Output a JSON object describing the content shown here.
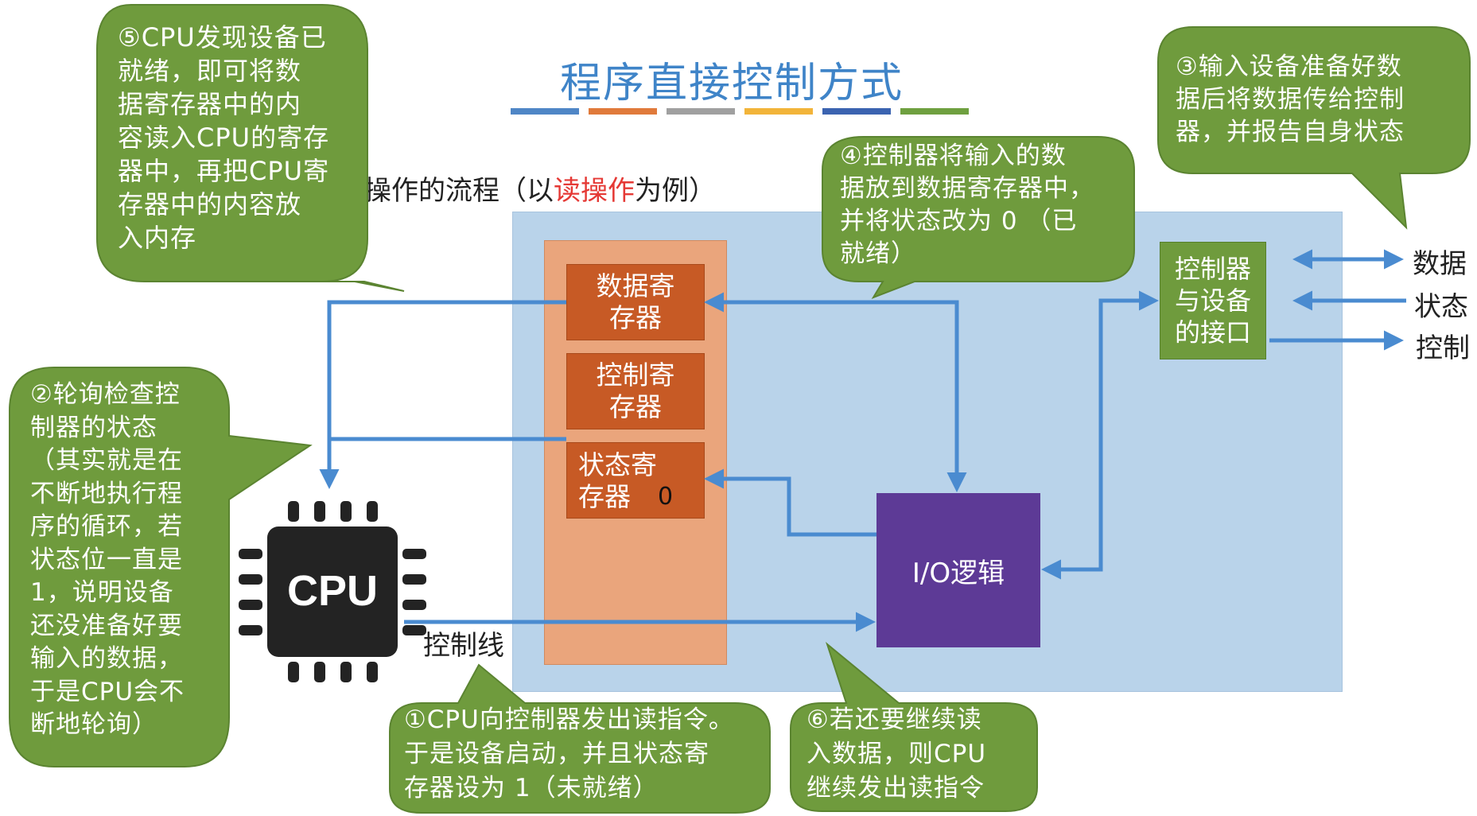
{
  "title": "程序直接控制方式",
  "title_bar_colors": [
    "#4f86c6",
    "#e07a3b",
    "#a0a0a0",
    "#f2b43a",
    "#3b63b0",
    "#6fa040"
  ],
  "subtitle": {
    "prefix": "操作的流程（以",
    "highlight": "读操作",
    "suffix": "为例）"
  },
  "colors": {
    "bubble": "#6f9b3d",
    "light_panel": "#b9d3ea",
    "register_stack": "#eaa57c",
    "register": "#c75a25",
    "io_logic": "#5d3a96",
    "arrow": "#4a8bd0"
  },
  "registers": {
    "data": "数据寄\n存器",
    "control": "控制寄\n存器",
    "status": "状态寄\n存器",
    "status_value": "0"
  },
  "io_logic": "I/O逻辑",
  "interface": "控制器\n与设备\n的接口",
  "device_signals": {
    "data": "数据",
    "status": "状态",
    "control": "控制"
  },
  "cpu_label": "CPU",
  "control_line_label": "控制线",
  "callouts": {
    "step1": "①CPU向控制器发出读指令。\n于是设备启动，并且状态寄\n存器设为 1（未就绪）",
    "step2": "②轮询检查控\n制器的状态\n（其实就是在\n不断地执行程\n序的循环，若\n状态位一直是\n1，说明设备\n还没准备好要\n输入的数据，\n于是CPU会不\n断地轮询）",
    "step3": "③输入设备准备好数\n据后将数据传给控制\n器，并报告自身状态",
    "step4": "④控制器将输入的数\n据放到数据寄存器中，\n并将状态改为 0 （已\n就绪）",
    "step5": "⑤CPU发现设备已\n就绪，即可将数\n据寄存器中的内\n容读入CPU的寄存\n器中，再把CPU寄\n存器中的内容放\n入内存",
    "step6": "⑥若还要继续读\n入数据，则CPU\n继续发出读指令"
  }
}
